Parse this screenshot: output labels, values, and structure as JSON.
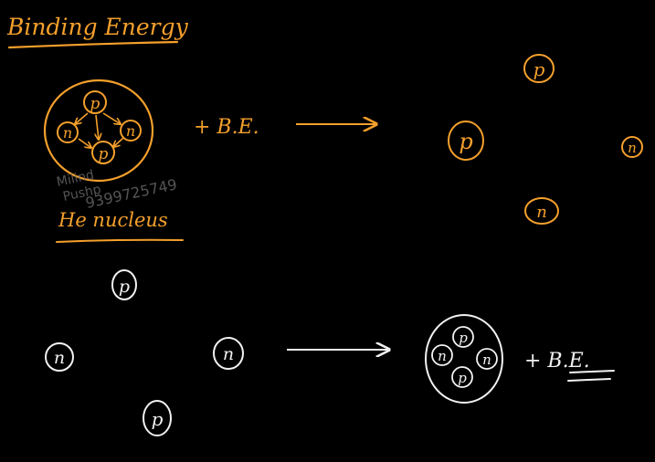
{
  "colors": {
    "background": "#000000",
    "orange_ink": "#f5a02c",
    "white_ink": "#f2f2f2",
    "watermark": "#6a6a6a"
  },
  "heading": {
    "text": "Binding Energy"
  },
  "top_equation": {
    "nucleus_particles": [
      "p",
      "n",
      "n",
      "p"
    ],
    "plus_term": "+ B.E.",
    "result_particles": [
      "p",
      "p",
      "n",
      "n"
    ]
  },
  "nucleus_caption": {
    "text": "He nucleus"
  },
  "watermark": {
    "lines": [
      "Milind",
      "Pushp",
      "9399725749"
    ]
  },
  "bottom_equation": {
    "free_particles": [
      "p",
      "n",
      "n",
      "p"
    ],
    "nucleus_particles": [
      "p",
      "n",
      "n",
      "p"
    ],
    "plus_term": "+ B.E."
  }
}
